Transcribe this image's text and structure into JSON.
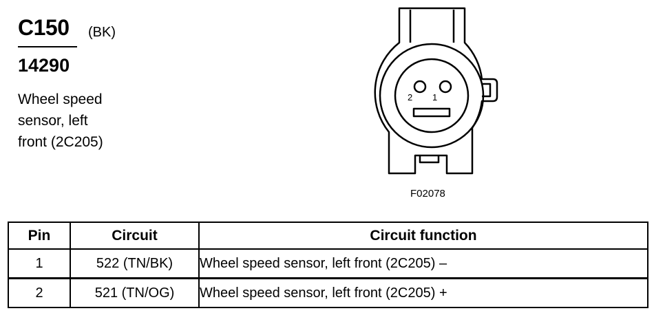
{
  "connector": {
    "id": "C150",
    "color_code": "(BK)",
    "part_number": "14290",
    "description_lines": [
      "Wheel speed",
      "sensor, left",
      "front (2C205)"
    ]
  },
  "diagram": {
    "pin_labels": [
      "2",
      "1"
    ],
    "figure_code": "F02078"
  },
  "table": {
    "headers": {
      "pin": "Pin",
      "circuit": "Circuit",
      "function": "Circuit function"
    },
    "rows": [
      {
        "pin": "1",
        "circuit": "522 (TN/BK)",
        "function": "Wheel speed sensor, left front (2C205) –"
      },
      {
        "pin": "2",
        "circuit": "521 (TN/OG)",
        "function": "Wheel speed sensor, left front (2C205) +"
      }
    ]
  }
}
